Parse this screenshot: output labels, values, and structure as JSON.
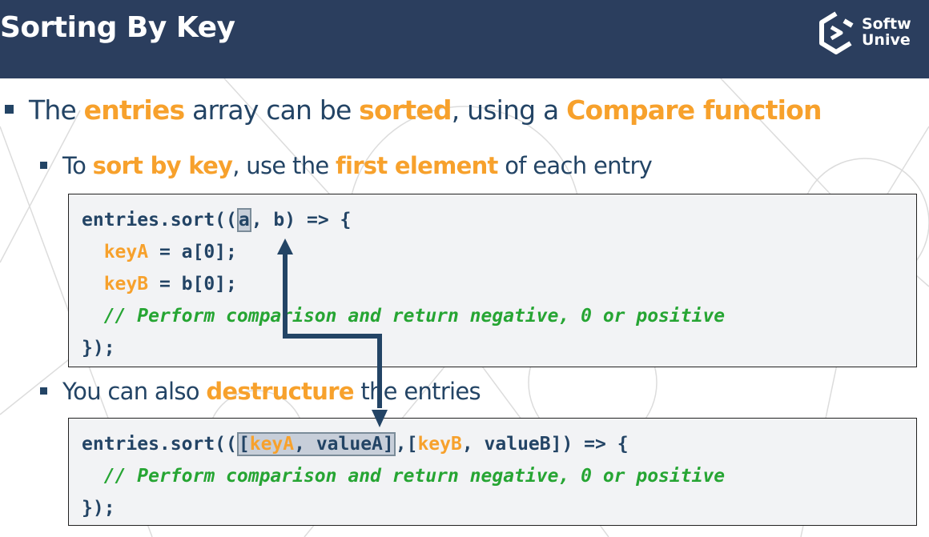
{
  "slide": {
    "title": "Sorting By Key",
    "logo": {
      "line1": "Softw",
      "line2": "Unive",
      "icon": "softuni-logo-icon"
    }
  },
  "bullets": {
    "b1": [
      "The ",
      "entries",
      " array can be ",
      "sorted",
      ", using a ",
      "Compare function"
    ],
    "b2": [
      "To ",
      "sort by key",
      ", use the ",
      "first element",
      " of each entry"
    ],
    "b3": [
      "You can also ",
      "destructure",
      " the entries"
    ]
  },
  "code1": {
    "l1": [
      "entries.sort((",
      "a",
      ", b) => {"
    ],
    "l2": [
      "  ",
      "keyA",
      " = a[0];"
    ],
    "l3": [
      "  ",
      "keyB",
      " = b[0];"
    ],
    "l4": [
      "  ",
      "// Perform comparison and return negative, 0 or positive"
    ],
    "l5": "});"
  },
  "code2": {
    "l1": [
      "entries.sort((",
      "[",
      "keyA",
      ", valueA]",
      ",[",
      "keyB",
      ", valueB]) => {"
    ],
    "l2": [
      "  ",
      "// Perform comparison and return negative, 0 or positive"
    ],
    "l3": "});"
  },
  "colors": {
    "header": "#2b3e5e",
    "accent": "#f7a12c",
    "text": "#234465",
    "comment": "#26a533"
  }
}
